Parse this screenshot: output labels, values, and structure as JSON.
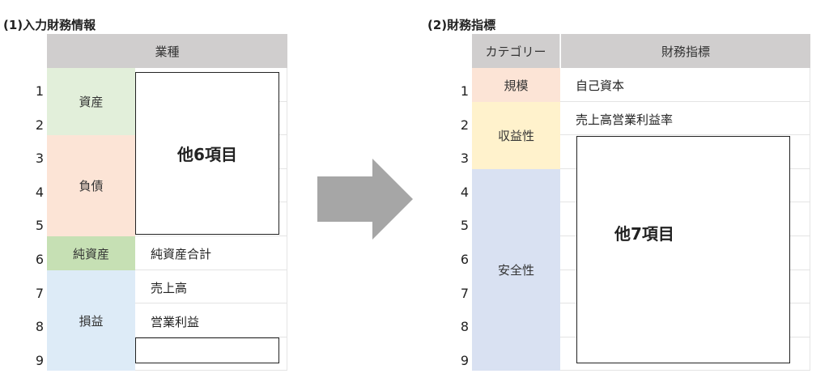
{
  "left": {
    "title": "(1)入力財務情報",
    "header": "業種",
    "row_numbers": [
      "1",
      "2",
      "3",
      "4",
      "5",
      "6",
      "7",
      "8",
      "9"
    ],
    "categories": [
      {
        "label": "資産",
        "color": "#e2efda"
      },
      {
        "label": "負債",
        "color": "#fce4d6"
      },
      {
        "label": "純資産",
        "color": "#c6e0b4"
      },
      {
        "label": "損益",
        "color": "#ddebf7"
      }
    ],
    "box_label": "他6項目",
    "rows": {
      "r6": "純資産合計",
      "r7": "売上高",
      "r8": "営業利益"
    }
  },
  "arrow": {
    "color": "#a6a6a6"
  },
  "right": {
    "title": "(2)財務指標",
    "header_category": "カテゴリー",
    "header_metric": "財務指標",
    "row_numbers": [
      "1",
      "2",
      "3",
      "4",
      "5",
      "6",
      "7",
      "8",
      "9"
    ],
    "categories": [
      {
        "label": "規模",
        "color": "#fce4d6"
      },
      {
        "label": "収益性",
        "color": "#fff2cc"
      },
      {
        "label": "安全性",
        "color": "#d9e1f2"
      }
    ],
    "rows": {
      "r1": "自己資本",
      "r2": "売上高営業利益率"
    },
    "box_label": "他7項目"
  }
}
